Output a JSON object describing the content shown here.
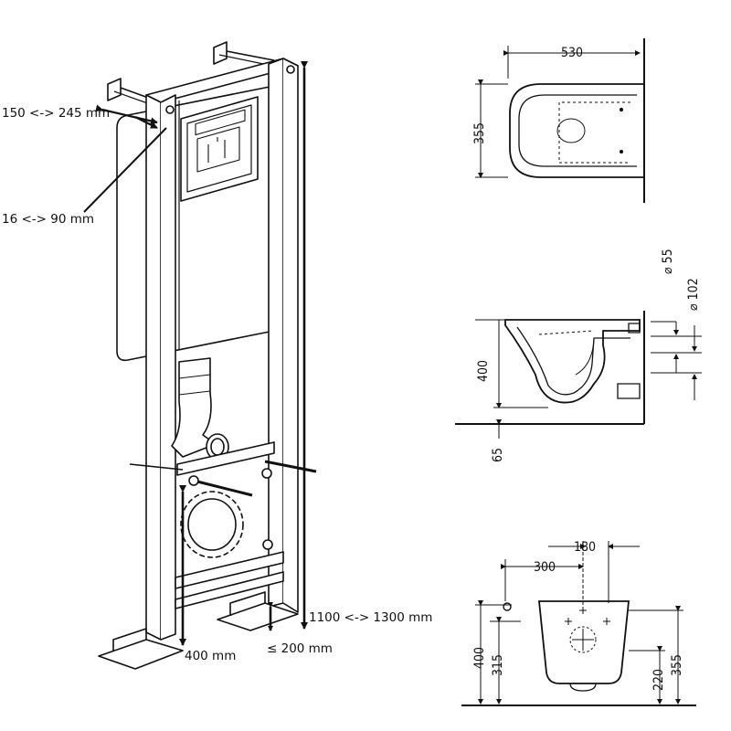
{
  "frame_labels": {
    "bracket_depth": "150 <-> 245 mm",
    "bracket_offset": "16 <-> 90 mm",
    "height_range": "1100 <-> 1300 mm",
    "bolt_height": "400 mm",
    "foot_height": "≤ 200 mm"
  },
  "top_view": {
    "width": "530",
    "depth": "355"
  },
  "side_view": {
    "pipe_small": "⌀ 55",
    "pipe_large": "⌀ 102",
    "seat_height": "400",
    "floor_gap": "65"
  },
  "front_view": {
    "centre_to_fix": "180",
    "fix_spacing": "300",
    "height": "400",
    "inlet_height": "315",
    "bowl_height": "355",
    "outlet_height": "220"
  }
}
